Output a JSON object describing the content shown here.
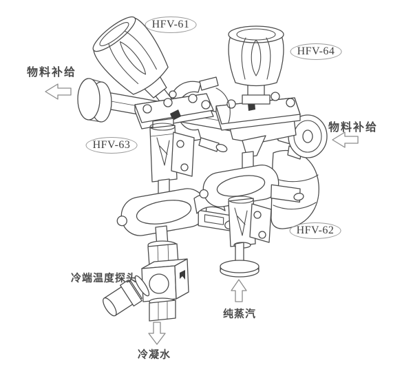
{
  "valve_tags": [
    {
      "tag": "HFV-61"
    },
    {
      "tag": "HFV-64"
    },
    {
      "tag": "HFV-63"
    },
    {
      "tag": "HFV-62"
    }
  ],
  "flow_labels": {
    "material_supply_left": "物料补给",
    "material_supply_right": "物料补给",
    "cold_end_temperature_probe": "冷端温度探头",
    "condensate_water": "冷凝水",
    "pure_steam": "纯蒸汽"
  },
  "icons": {
    "material_supply_left_arrow": "hollow-arrow-left",
    "material_supply_right_arrow": "hollow-arrow-left",
    "condensate_arrow": "hollow-arrow-down",
    "pure_steam_arrow": "hollow-arrow-up"
  },
  "colors": {
    "background": "#ffffff",
    "line": "#4a4a4a",
    "tag_text": "#3f3f3f",
    "cjk_text": "#4a4a4a",
    "tag_ellipse_border": "#9a9a9a",
    "arrow_outline": "#8c8c8c"
  }
}
